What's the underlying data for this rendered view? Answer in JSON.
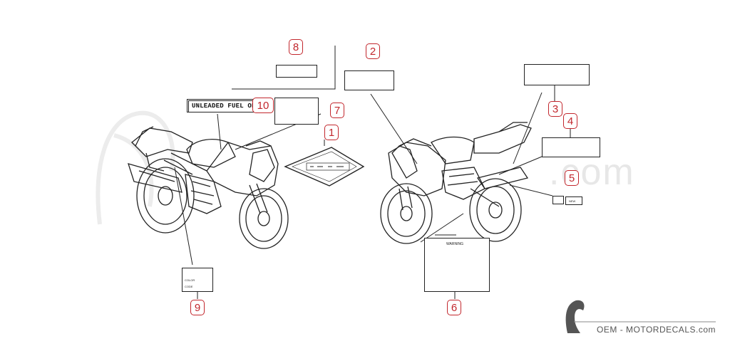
{
  "labels": {
    "fuel": "UNLEADED FUEL ONLY",
    "color": "COLOR",
    "code": "CODE",
    "new": "NEW",
    "warning": "WARNING"
  },
  "callouts": [
    "1",
    "2",
    "3",
    "4",
    "5",
    "6",
    "7",
    "8",
    "9",
    "10"
  ],
  "watermark": {
    "text": ".com"
  },
  "footer": {
    "brand": "OEM - MOTORDECALS.com"
  },
  "colors": {
    "callout": "#c2272d",
    "ink": "#222222",
    "watermark": "#e7e7e7"
  }
}
